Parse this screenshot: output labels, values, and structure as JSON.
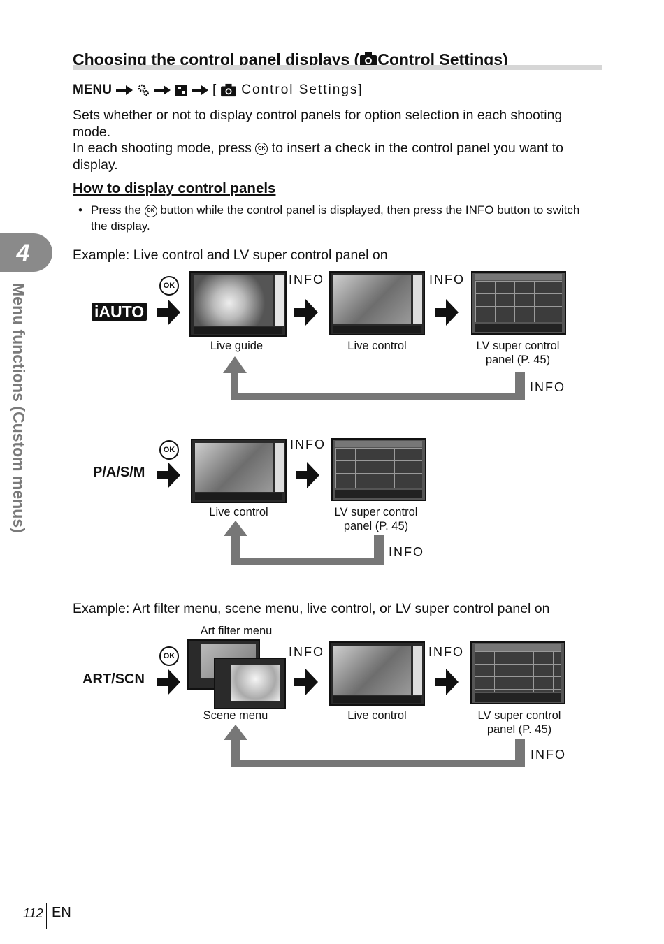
{
  "title": {
    "pre": "Choosing the control panel displays (",
    "post": "Control Settings)"
  },
  "menu_path": {
    "menu": "MENU",
    "target_pre": "[",
    "target": "Control Settings]"
  },
  "intro": {
    "p1": "Sets whether or not to display control panels for option selection in each shooting mode.",
    "p2_pre": "In each shooting mode, press",
    "p2_post": "to insert a check in the control panel you want to display."
  },
  "how_to": {
    "heading": "How to display control panels",
    "bullet_pre": "Press the",
    "bullet_post": "button while the control panel is displayed, then press the INFO button to switch the display."
  },
  "example1": {
    "label": "Example: Live control and LV super control panel on",
    "mode_auto": "AUTO",
    "mode_pasm": "P/A/S/M",
    "cap_live_guide": "Live guide",
    "cap_live_control": "Live control",
    "cap_lv_super_1": "LV super control",
    "cap_lv_super_2": "panel (P. 45)",
    "info": "INFO"
  },
  "example2": {
    "label": "Example: Art filter menu, scene menu, live control, or LV super control panel on",
    "mode": "ART/SCN",
    "cap_art_filter": "Art filter menu",
    "cap_scene": "Scene menu",
    "cap_live_control": "Live control",
    "cap_lv_super_1": "LV super control",
    "cap_lv_super_2": "panel (P. 45)",
    "info": "INFO"
  },
  "ok_label": "OK",
  "sidebar": {
    "chapter": "4",
    "text": "Menu functions (Custom menus)"
  },
  "footer": {
    "page": "112",
    "lang": "EN"
  },
  "colors": {
    "tab": "#8a8a8a",
    "loop": "#777777",
    "accent_text": "#111111"
  }
}
